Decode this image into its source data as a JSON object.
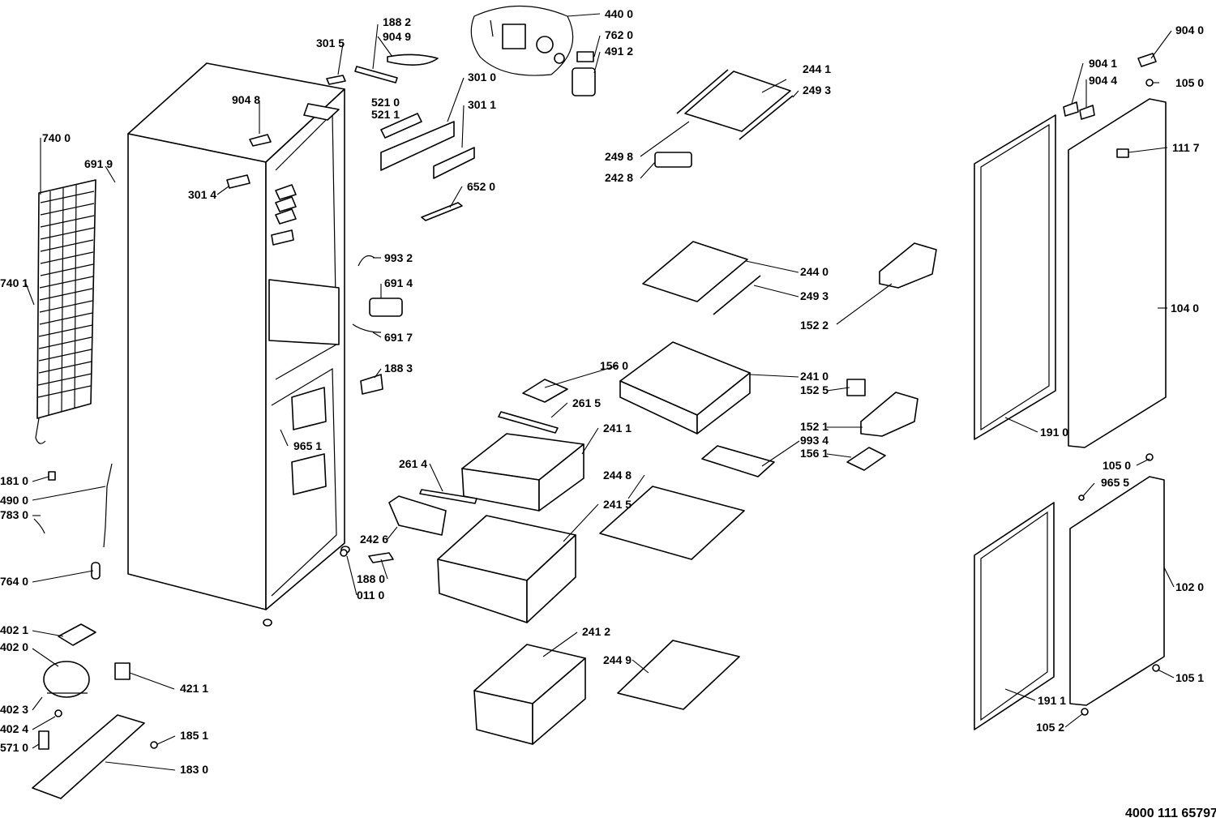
{
  "doc_number": "4000 111 65797",
  "labels": {
    "l7400": "740 0",
    "l6919": "691 9",
    "l7401": "740 1",
    "l1810": "181 0",
    "l4900": "490 0",
    "l7830": "783 0",
    "l7640": "764 0",
    "l4021": "402 1",
    "l4020": "402 0",
    "l4023": "402 3",
    "l4024": "402 4",
    "l5710": "571 0",
    "l4211": "421 1",
    "l1851": "185 1",
    "l1830": "183 0",
    "l3015": "301 5",
    "l9048": "904 8",
    "l3014": "301 4",
    "l1882": "188 2",
    "l9049": "904 9",
    "l4400": "440 0",
    "l7620": "762 0",
    "l4912": "491 2",
    "l3010": "301 0",
    "l3011": "301 1",
    "l5210": "521 0",
    "l5211": "521 1",
    "l6520": "652 0",
    "l9932": "993 2",
    "l6914": "691 4",
    "l6917": "691 7",
    "l1883": "188 3",
    "l9651": "965 1",
    "l1880": "188 0",
    "l0110": "011 0",
    "l2441": "244 1",
    "l2493a": "249 3",
    "l2498": "249 8",
    "l2428": "242 8",
    "l2440": "244 0",
    "l2493b": "249 3",
    "l1522": "152 2",
    "l1560": "156 0",
    "l2410": "241 0",
    "l1525": "152 5",
    "l2615": "261 5",
    "l2411": "241 1",
    "l1521": "152 1",
    "l9934": "993 4",
    "l1561": "156 1",
    "l2614": "261 4",
    "l2448": "244 8",
    "l2426": "242 6",
    "l2415": "241 5",
    "l2412": "241 2",
    "l2449": "244 9",
    "l9040": "904 0",
    "l9041": "904 1",
    "l9044": "904 4",
    "l1050a": "105 0",
    "l1117": "111 7",
    "l1040": "104 0",
    "l1910": "191 0",
    "l1050b": "105 0",
    "l9655": "965 5",
    "l1020": "102 0",
    "l1051": "105 1",
    "l1911": "191 1",
    "l1052": "105 2"
  }
}
